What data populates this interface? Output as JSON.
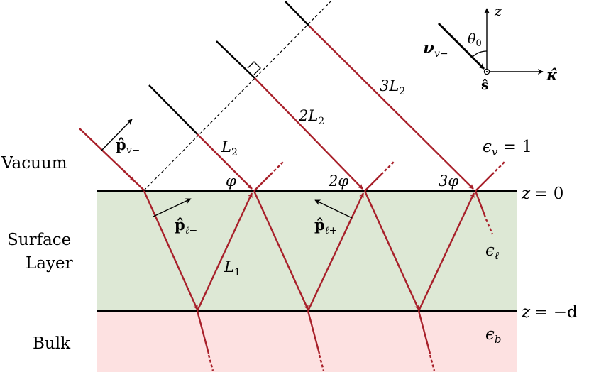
{
  "regions": {
    "vacuum": {
      "label": "Vacuum"
    },
    "surface": {
      "label_line1": "Surface",
      "label_line2": "Layer"
    },
    "bulk": {
      "label": "Bulk"
    }
  },
  "colors": {
    "ray": "#a8202a",
    "surface_fill": "#dde8d5",
    "bulk_fill": "#fde1e1",
    "line": "#000000"
  },
  "boundaries": {
    "top": {
      "label_lhs": "z",
      "label_rhs": "= 0"
    },
    "bottom": {
      "label_lhs": "z",
      "label_rhs": "= −d"
    }
  },
  "permittivity": {
    "vacuum": {
      "sym": "ϵ",
      "sub": "v",
      "rhs": " = 1"
    },
    "surface": {
      "sym": "ϵ",
      "sub": "ℓ"
    },
    "bulk": {
      "sym": "ϵ",
      "sub": "b"
    }
  },
  "path_lengths": {
    "L1": {
      "main": "L",
      "sub": "1"
    },
    "L2": {
      "main": "L",
      "sub": "2"
    },
    "twoL2": {
      "main": "2L",
      "sub": "2"
    },
    "threeL2": {
      "main": "3L",
      "sub": "2"
    }
  },
  "phases": {
    "phi1": "φ",
    "phi2": "2φ",
    "phi3": "3φ"
  },
  "polarization": {
    "p_v_minus": {
      "main": "p̂",
      "sub": "v−"
    },
    "p_l_minus": {
      "main": "p̂",
      "sub": "ℓ−"
    },
    "p_l_plus": {
      "main": "p̂",
      "sub": "ℓ+"
    }
  },
  "coordinate_frame": {
    "z_axis": "z",
    "kappa_axis": "κ̂",
    "s_hat": "ŝ",
    "angle": {
      "main": "θ",
      "sub": "0"
    },
    "nu": {
      "main": "ν",
      "sub": "v−"
    }
  }
}
